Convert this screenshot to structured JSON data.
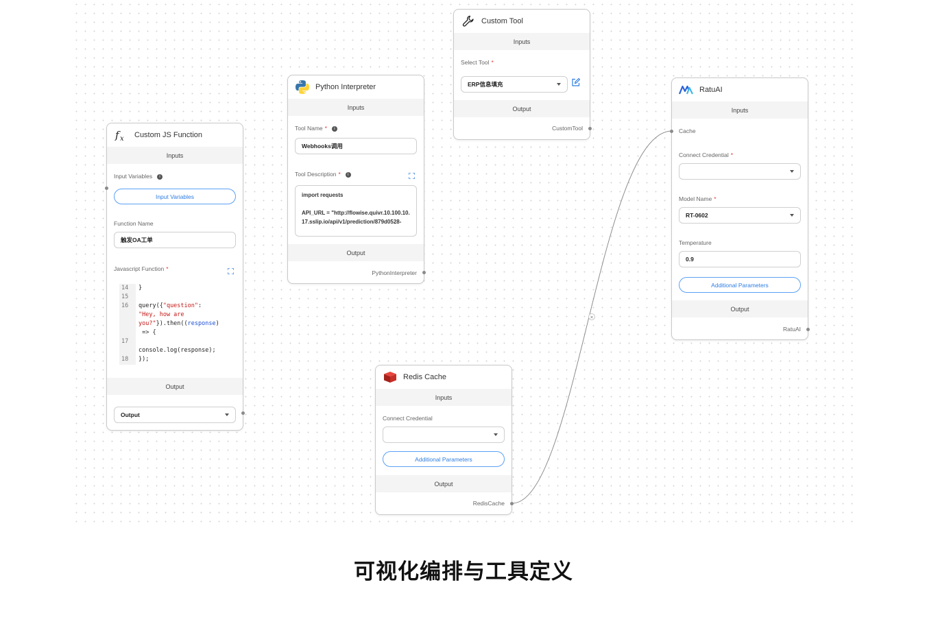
{
  "caption": "可视化编排与工具定义",
  "colors": {
    "accent": "#2f7de1",
    "required": "#e53935",
    "redis": "#d22e2e",
    "python_blue": "#3776ab",
    "python_yellow": "#ffd43b"
  },
  "custom_js": {
    "title": "Custom JS Function",
    "icon": "fx-icon",
    "inputs_label": "Inputs",
    "input_variables_label": "Input Variables",
    "input_variables_button": "Input Variables",
    "function_name_label": "Function Name",
    "function_name_value": "触发OA工单",
    "js_function_label": "Javascript Function",
    "code_lines": [
      {
        "num": "14",
        "text": "}"
      },
      {
        "num": "15",
        "text": ""
      },
      {
        "num": "16",
        "text": "query({\"question\": \"Hey, how are you?\"}).then((response) => {"
      },
      {
        "num": "17",
        "text": "console.log(response);"
      },
      {
        "num": "18",
        "text": "});"
      }
    ],
    "output_label": "Output",
    "output_select_value": "Output"
  },
  "python": {
    "title": "Python Interpreter",
    "icon": "python-icon",
    "inputs_label": "Inputs",
    "tool_name_label": "Tool Name",
    "tool_name_value": "Webhooks调用",
    "tool_description_label": "Tool Description",
    "tool_description_value": "import requests\n\nAPI_URL = \"http://flowise.quivr.10.100.10.17.sslip.io/api/v1/prediction/879d0528-",
    "output_label": "Output",
    "output_name": "PythonInterpreter"
  },
  "custom_tool": {
    "title": "Custom Tool",
    "icon": "wrench-icon",
    "inputs_label": "Inputs",
    "select_tool_label": "Select Tool",
    "select_tool_value": "ERP信息填充",
    "output_label": "Output",
    "output_name": "CustomTool"
  },
  "ratuai": {
    "title": "RatuAI",
    "icon": "ratuai-logo-icon",
    "inputs_label": "Inputs",
    "cache_label": "Cache",
    "connect_credential_label": "Connect Credential",
    "connect_credential_value": "",
    "model_name_label": "Model Name",
    "model_name_value": "RT-0602",
    "temperature_label": "Temperature",
    "temperature_value": "0.9",
    "additional_params_button": "Additional Parameters",
    "output_label": "Output",
    "output_name": "RatuAI"
  },
  "redis": {
    "title": "Redis Cache",
    "icon": "redis-icon",
    "inputs_label": "Inputs",
    "connect_credential_label": "Connect Credential",
    "connect_credential_value": "",
    "additional_params_button": "Additional Parameters",
    "output_label": "Output",
    "output_name": "RedisCache"
  }
}
